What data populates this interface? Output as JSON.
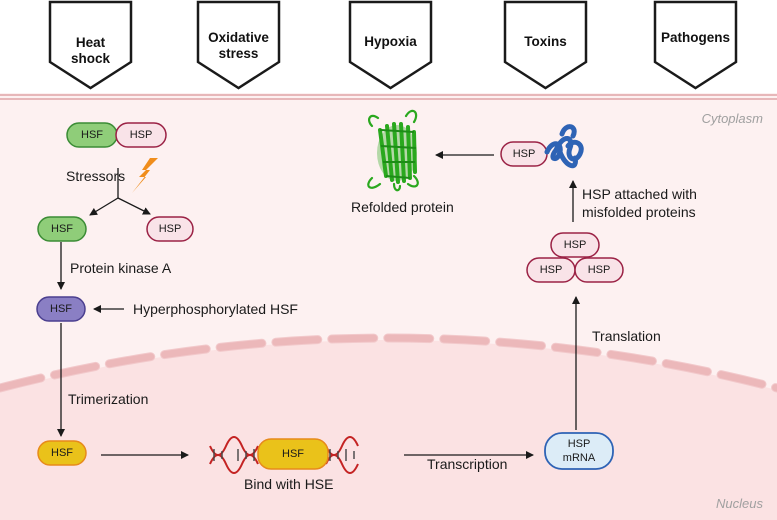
{
  "stressors": [
    {
      "line1": "Heat",
      "line2": "shock"
    },
    {
      "line1": "Oxidative",
      "line2": "stress"
    },
    {
      "line1": "Hypoxia",
      "line2": ""
    },
    {
      "line1": "Toxins",
      "line2": ""
    },
    {
      "line1": "Pathogens",
      "line2": ""
    }
  ],
  "regions": {
    "cytoplasm": "Cytoplasm",
    "nucleus": "Nucleus"
  },
  "pills": {
    "hsf": "HSF",
    "hsp": "HSP",
    "mrna_line1": "HSP",
    "mrna_line2": "mRNA"
  },
  "labels": {
    "stressors": "Stressors",
    "protein_kinase": "Protein kinase A",
    "hyperphos": "Hyperphosphorylated HSF",
    "trimerization": "Trimerization",
    "bind_hse": "Bind with HSE",
    "transcription": "Transcription",
    "translation": "Translation",
    "attached_line1": "HSP attached with",
    "attached_line2": "misfolded proteins",
    "refolded": "Refolded protein"
  },
  "colors": {
    "hsf_green": "#8fcd79",
    "hsp_pink": "#f9e3e8",
    "hsf_purple": "#8a7fc4",
    "hsf_yellow": "#eac21a",
    "mrna_blue": "#dcecf7",
    "cytoplasm_bg": "#fdf1f1",
    "nucleus_bg": "#fbe2e3",
    "dna_red": "#c42323",
    "lightning": "#f08d1c",
    "protein_green": "#2aa81e",
    "misfolded_blue": "#2e63b5"
  }
}
